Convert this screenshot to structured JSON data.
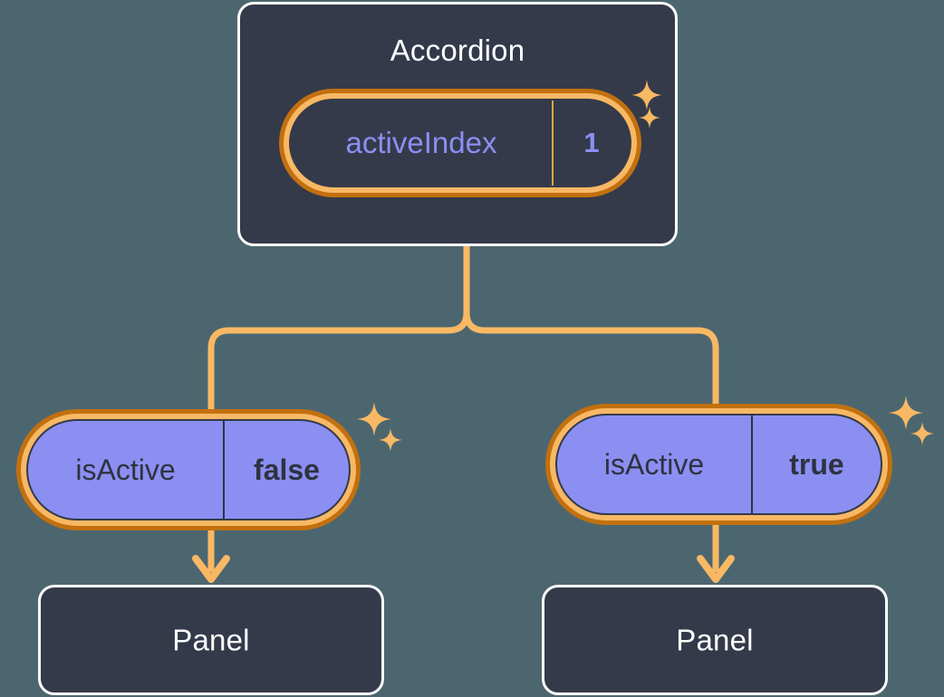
{
  "theme": {
    "background": "#4c6670",
    "card_bg": "#343a4a",
    "card_border": "#ffffff",
    "accent_amber": "#f8b864",
    "accent_amber_dark": "#c2700f",
    "state_fill": "#8b8ff2",
    "state_text": "#2e3340",
    "prop_text": "#8b8ff2"
  },
  "diagram": {
    "type": "component-state-tree",
    "nodes": {
      "accordion": {
        "title": "Accordion",
        "state": {
          "key": "activeIndex",
          "value": "1"
        },
        "sparkles": 2
      },
      "branch_left": {
        "state": {
          "key": "isActive",
          "value": "false"
        },
        "sparkles": 2,
        "child_title": "Panel"
      },
      "branch_right": {
        "state": {
          "key": "isActive",
          "value": "true"
        },
        "sparkles": 2,
        "child_title": "Panel"
      }
    },
    "edges": [
      {
        "from": "accordion",
        "to": "branch_left",
        "style": "elbow"
      },
      {
        "from": "accordion",
        "to": "branch_right",
        "style": "elbow"
      },
      {
        "from": "branch_left",
        "to": "panel_left",
        "style": "arrow"
      },
      {
        "from": "branch_right",
        "to": "panel_right",
        "style": "arrow"
      }
    ]
  }
}
